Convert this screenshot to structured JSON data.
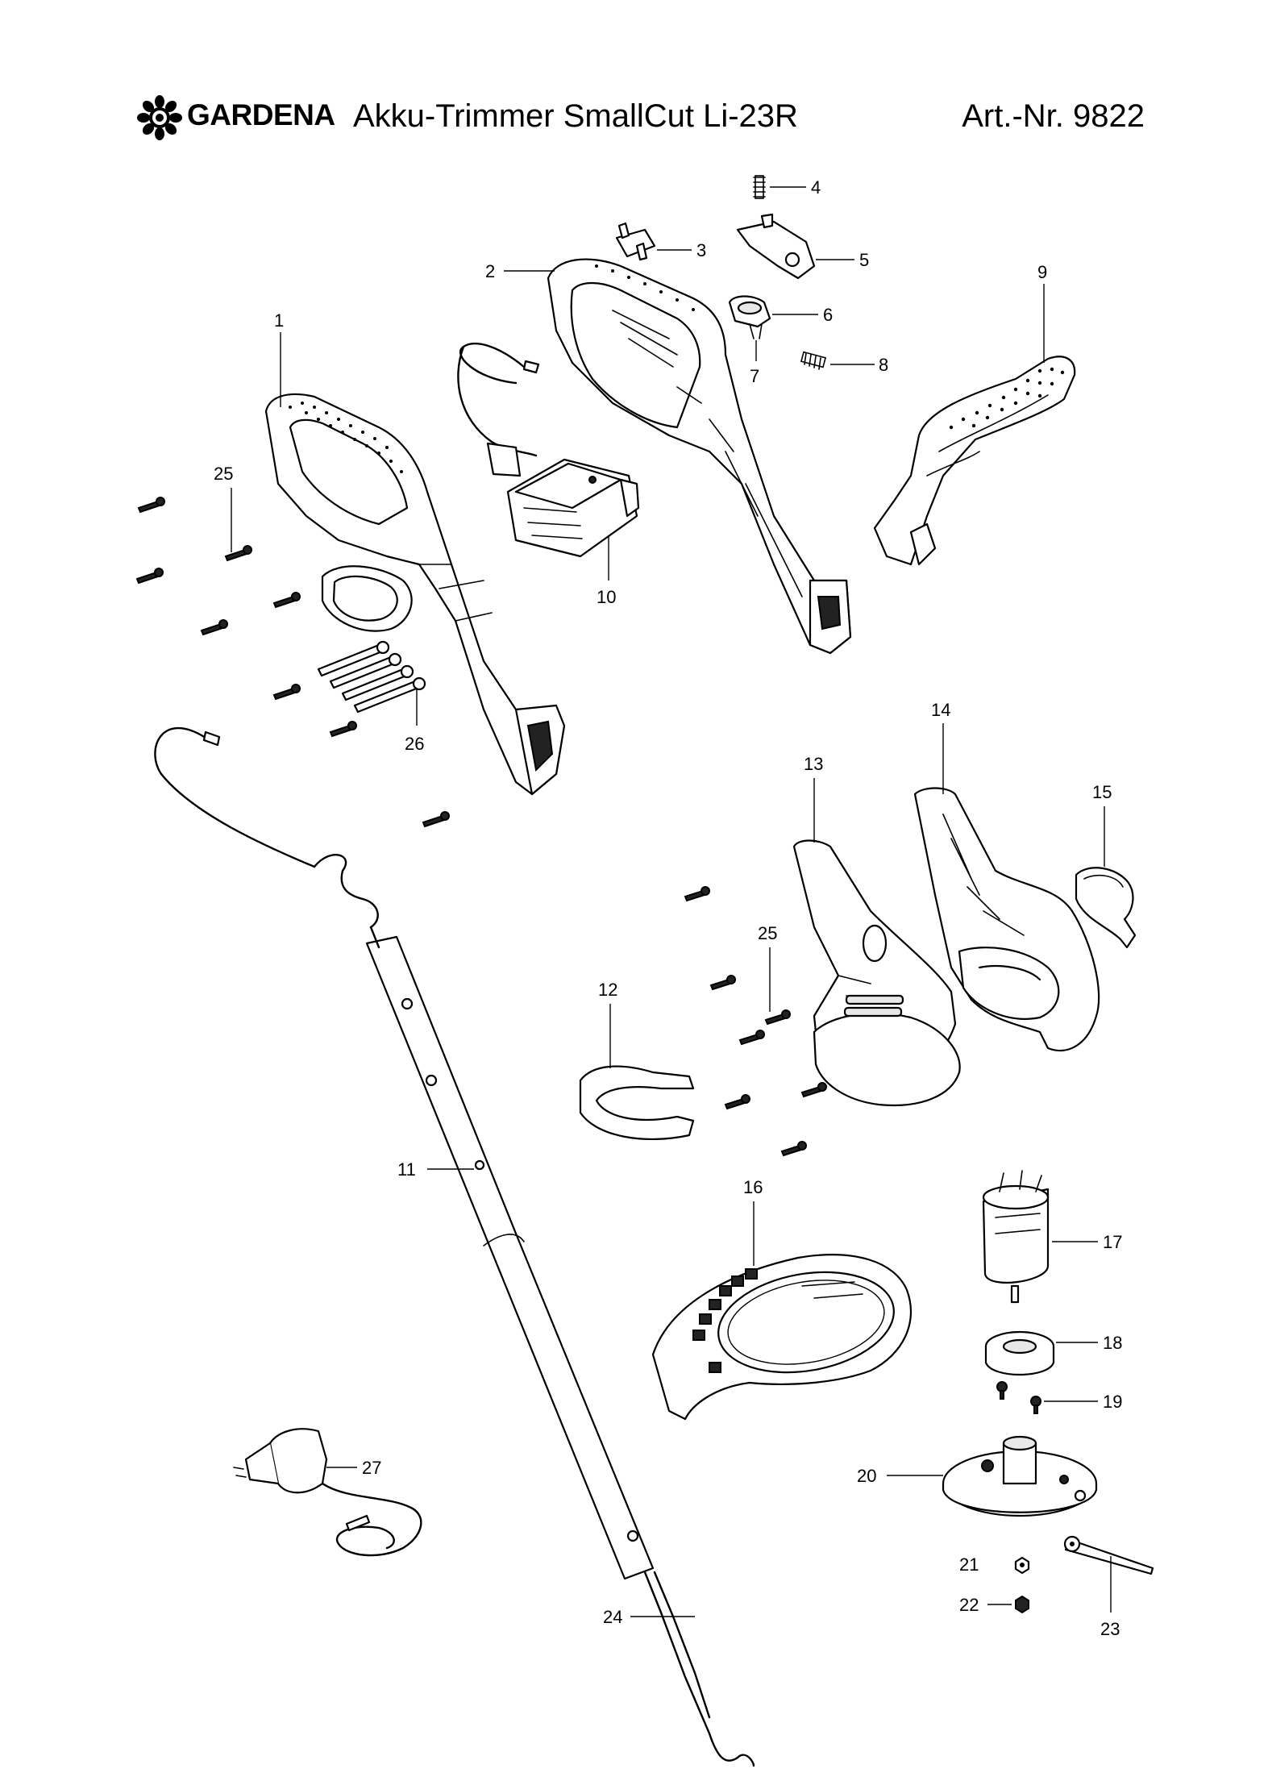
{
  "header": {
    "brand": "GARDENA",
    "product_title": "Akku-Trimmer SmallCut Li-23R",
    "article_number": "Art.-Nr. 9822"
  },
  "callouts": {
    "c1": "1",
    "c2": "2",
    "c3": "3",
    "c4": "4",
    "c5": "5",
    "c6": "6",
    "c7": "7",
    "c8": "8",
    "c9": "9",
    "c10": "10",
    "c11": "11",
    "c12": "12",
    "c13": "13",
    "c14": "14",
    "c15": "15",
    "c16": "16",
    "c17": "17",
    "c18": "18",
    "c19": "19",
    "c20": "20",
    "c21": "21",
    "c22": "22",
    "c23": "23",
    "c24": "24",
    "c25a": "25",
    "c25b": "25",
    "c26": "26",
    "c27": "27"
  },
  "icons": {
    "logo": "gardena-flower-logo"
  }
}
